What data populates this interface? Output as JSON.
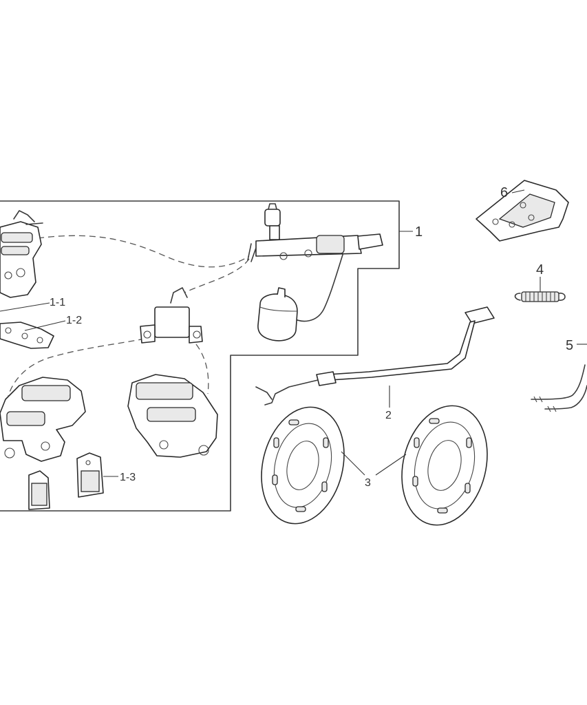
{
  "callouts": {
    "c1": "1",
    "c1_1": "1-1",
    "c1_2": "1-2",
    "c1_3": "1-3",
    "c2": "2",
    "c3": "3",
    "c4": "4",
    "c5": "5",
    "c6": "6"
  },
  "icons": {
    "master_cylinder": "master-cylinder-icon",
    "reservoir": "fluid-reservoir-icon",
    "junction": "brake-line-junction-icon",
    "caliper": "brake-caliper-icon",
    "pad": "brake-pad-icon",
    "pedal": "brake-pedal-icon",
    "disc": "brake-disc-icon",
    "spring": "return-spring-icon",
    "plate": "guard-plate-icon"
  }
}
